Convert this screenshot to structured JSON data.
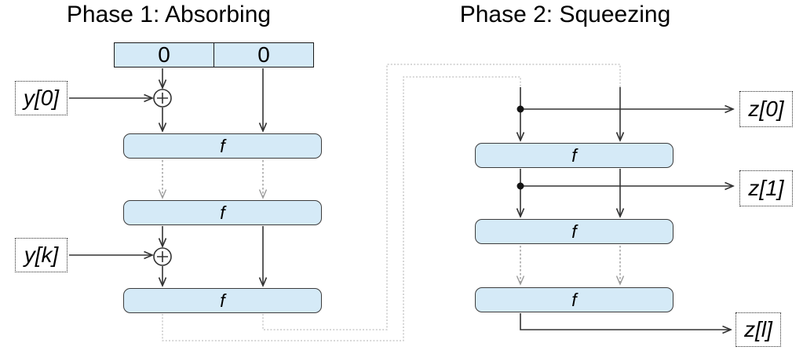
{
  "titles": {
    "phase1": "Phase 1: Absorbing",
    "phase2": "Phase 2: Squeezing"
  },
  "initial_state": {
    "outer_cell": "0",
    "inner_cell": "0"
  },
  "function_label": "f",
  "io": {
    "input_first": "y[0]",
    "input_last": "y[k]",
    "output_first": "z[0]",
    "output_second": "z[1]",
    "output_last": "z[l]"
  },
  "colors": {
    "box_fill": "#d5eaf7",
    "box_stroke": "#3c3c3c",
    "line": "#333333",
    "gray": "#9a9a9a",
    "route": "#bfbfbf"
  }
}
